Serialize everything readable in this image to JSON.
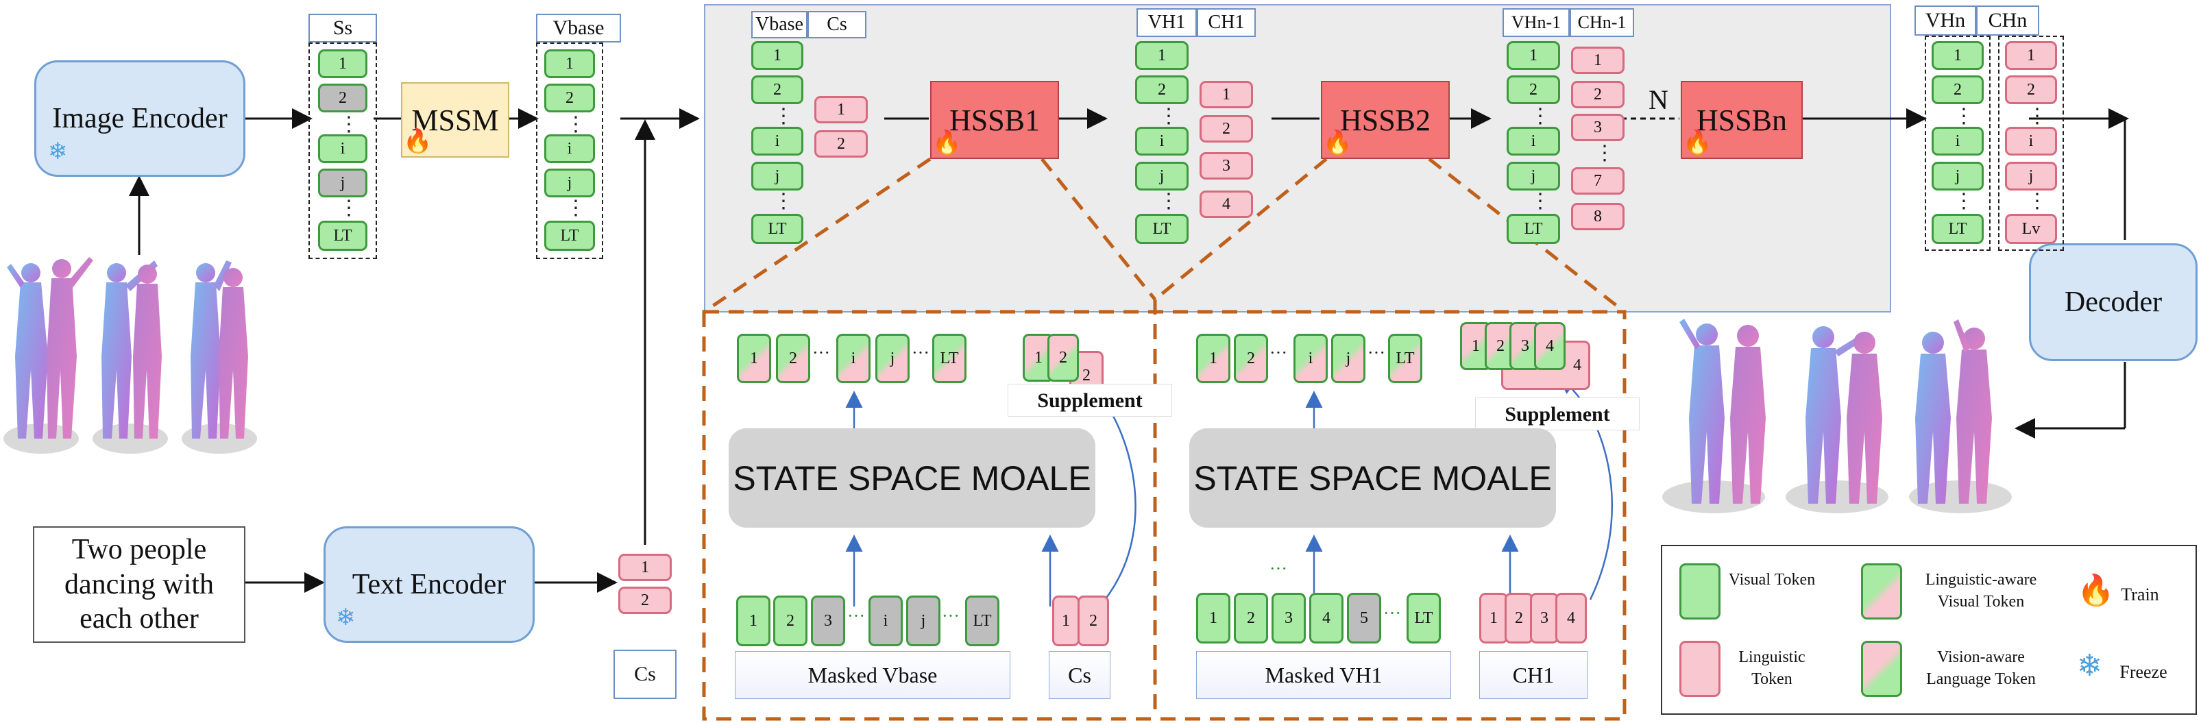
{
  "encoders": {
    "image": "Image Encoder",
    "text": "Text Encoder",
    "decoder": "Decoder",
    "prompt": "Two people dancing with each other",
    "mssm": "MSSM"
  },
  "headers": {
    "ss": "Ss",
    "vbase": "Vbase",
    "cs": "Cs",
    "vh1": "VH1",
    "ch1": "CH1",
    "vhn1": "VHn-1",
    "chn1": "CHn-1",
    "vhn": "VHn",
    "chn": "CHn"
  },
  "tokens": {
    "one": "1",
    "two": "2",
    "three": "3",
    "four": "4",
    "five": "5",
    "seven": "7",
    "eight": "8",
    "i": "i",
    "j": "j",
    "lt": "LT",
    "lv": "Lv",
    "vdots": "⋮",
    "hdots": "···"
  },
  "hssb": {
    "b1": "HSSB1",
    "b2": "HSSB2",
    "bn": "HSSBn",
    "n": "N"
  },
  "modules": {
    "ssm_label": "STATE SPACE MOALE",
    "supplement": "Supplement",
    "masked_vbase": "Masked  Vbase",
    "cs": "Cs",
    "masked_vh1": "Masked  VH1",
    "ch1": "CH1"
  },
  "legend": {
    "visual": "Visual Token",
    "linguistic": "Linguistic Token",
    "ling_visual": "Linguistic-aware Visual Token",
    "vis_lang": "Vision-aware Language Token",
    "train": "Train",
    "freeze": "Freeze"
  },
  "colors": {
    "visual": "#a9eaa5",
    "linguistic": "#f9c7cf",
    "hssb": "#f47676",
    "encoder": "#d6e6f6",
    "mssm": "#fdeec4",
    "dashed": "#c0601a"
  }
}
